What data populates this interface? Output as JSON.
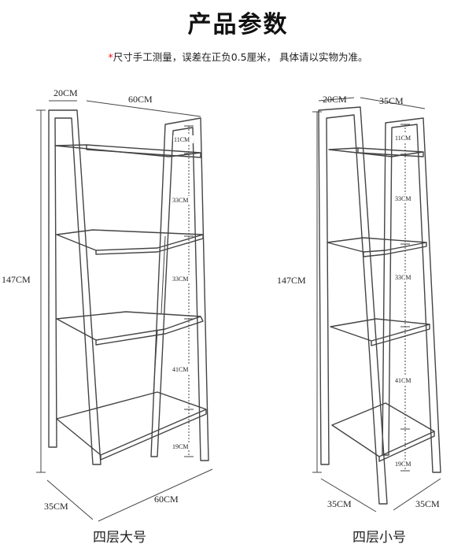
{
  "header": {
    "title": "产品参数",
    "note_star": "*",
    "note_text": "尺寸手工测量，误差在正负0.5厘米，  具体请以实物为准。"
  },
  "large_shelf": {
    "caption": "四层大号",
    "top_depth": "20CM",
    "top_width": "60CM",
    "height": "147CM",
    "bottom_depth": "35CM",
    "bottom_width": "60CM",
    "gaps": [
      "11CM",
      "33CM",
      "33CM",
      "41CM",
      "19CM"
    ]
  },
  "small_shelf": {
    "caption": "四层小号",
    "top_depth": "20CM",
    "top_width": "35CM",
    "height": "147CM",
    "bottom_depth": "35CM",
    "bottom_width": "35CM",
    "gaps": [
      "11CM",
      "33CM",
      "33CM",
      "41CM",
      "19CM"
    ]
  }
}
